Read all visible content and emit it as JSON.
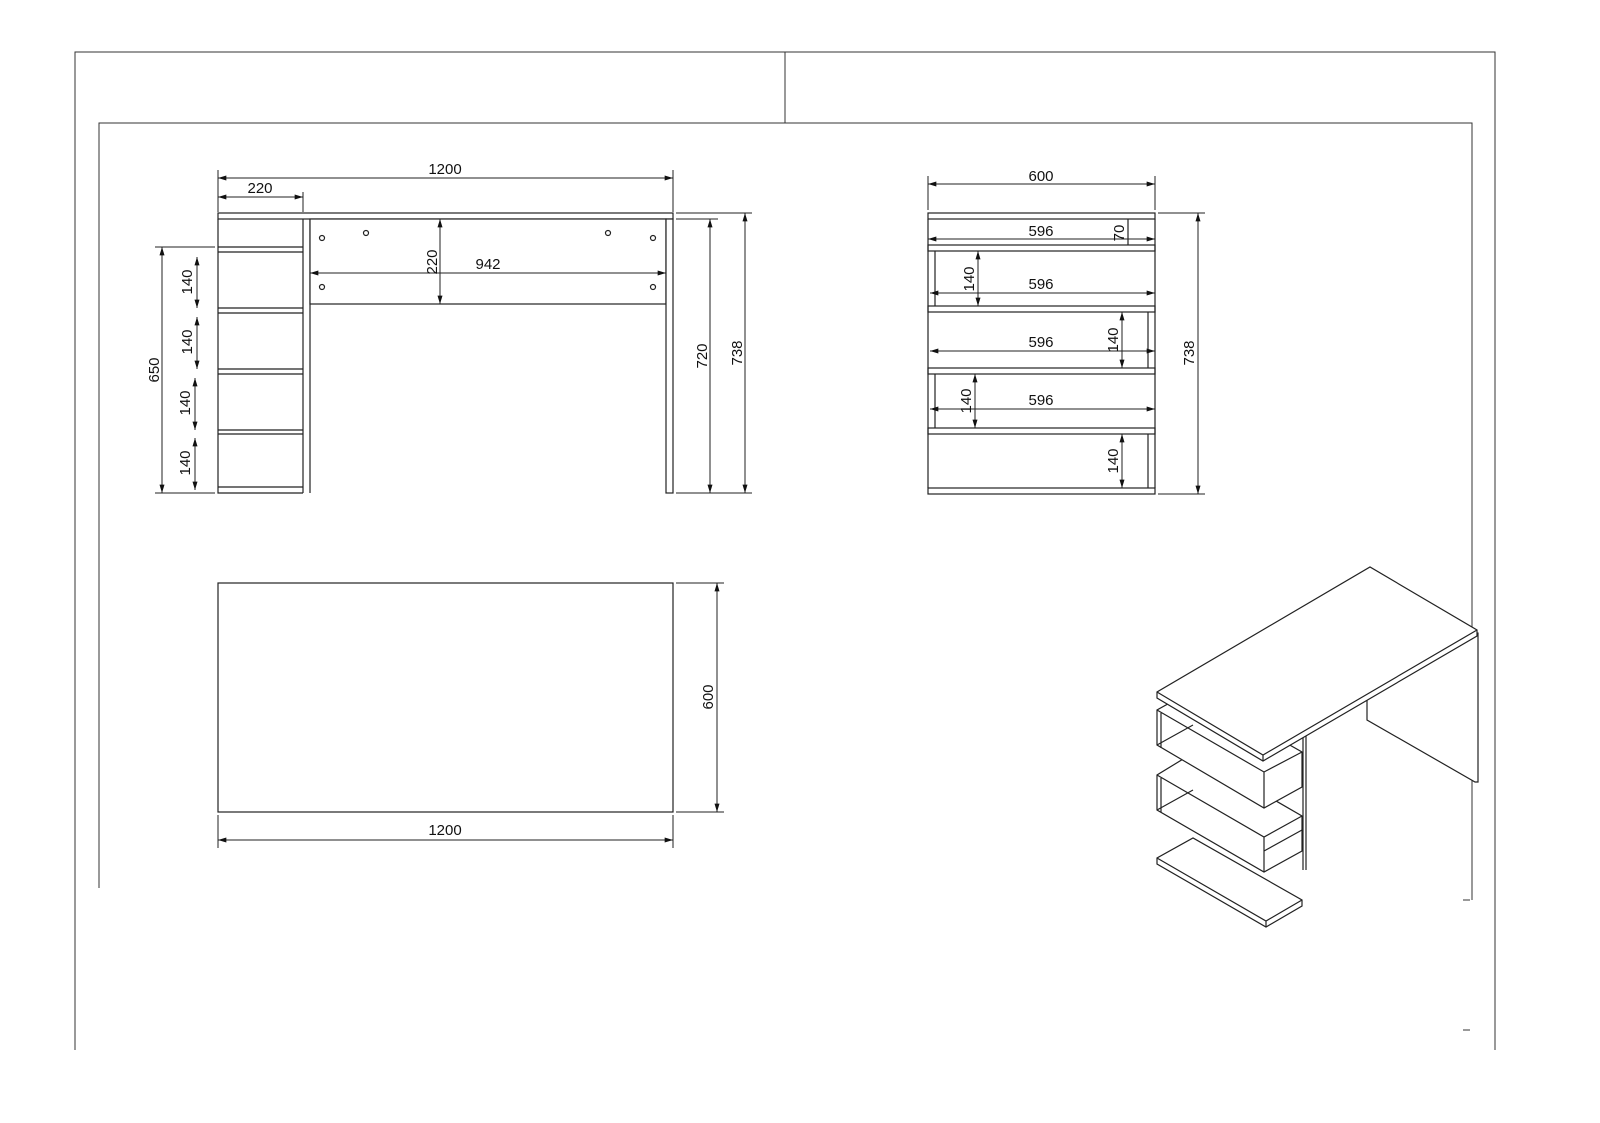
{
  "front_view": {
    "overall_width": "1200",
    "shelf_unit_width": "220",
    "inner_width": "942",
    "modesty_panel_height": "220",
    "leg_height": "720",
    "total_height": "738",
    "shelf_unit_height": "650",
    "shelf_spacings": [
      "140",
      "140",
      "140",
      "140"
    ]
  },
  "side_view": {
    "depth": "600",
    "shelf_widths": [
      "596",
      "596",
      "596",
      "596"
    ],
    "top_gap": "70",
    "shelf_spacings": [
      "140",
      "140",
      "140",
      "140"
    ],
    "total_height": "738"
  },
  "plan_view": {
    "width": "1200",
    "depth": "600"
  }
}
